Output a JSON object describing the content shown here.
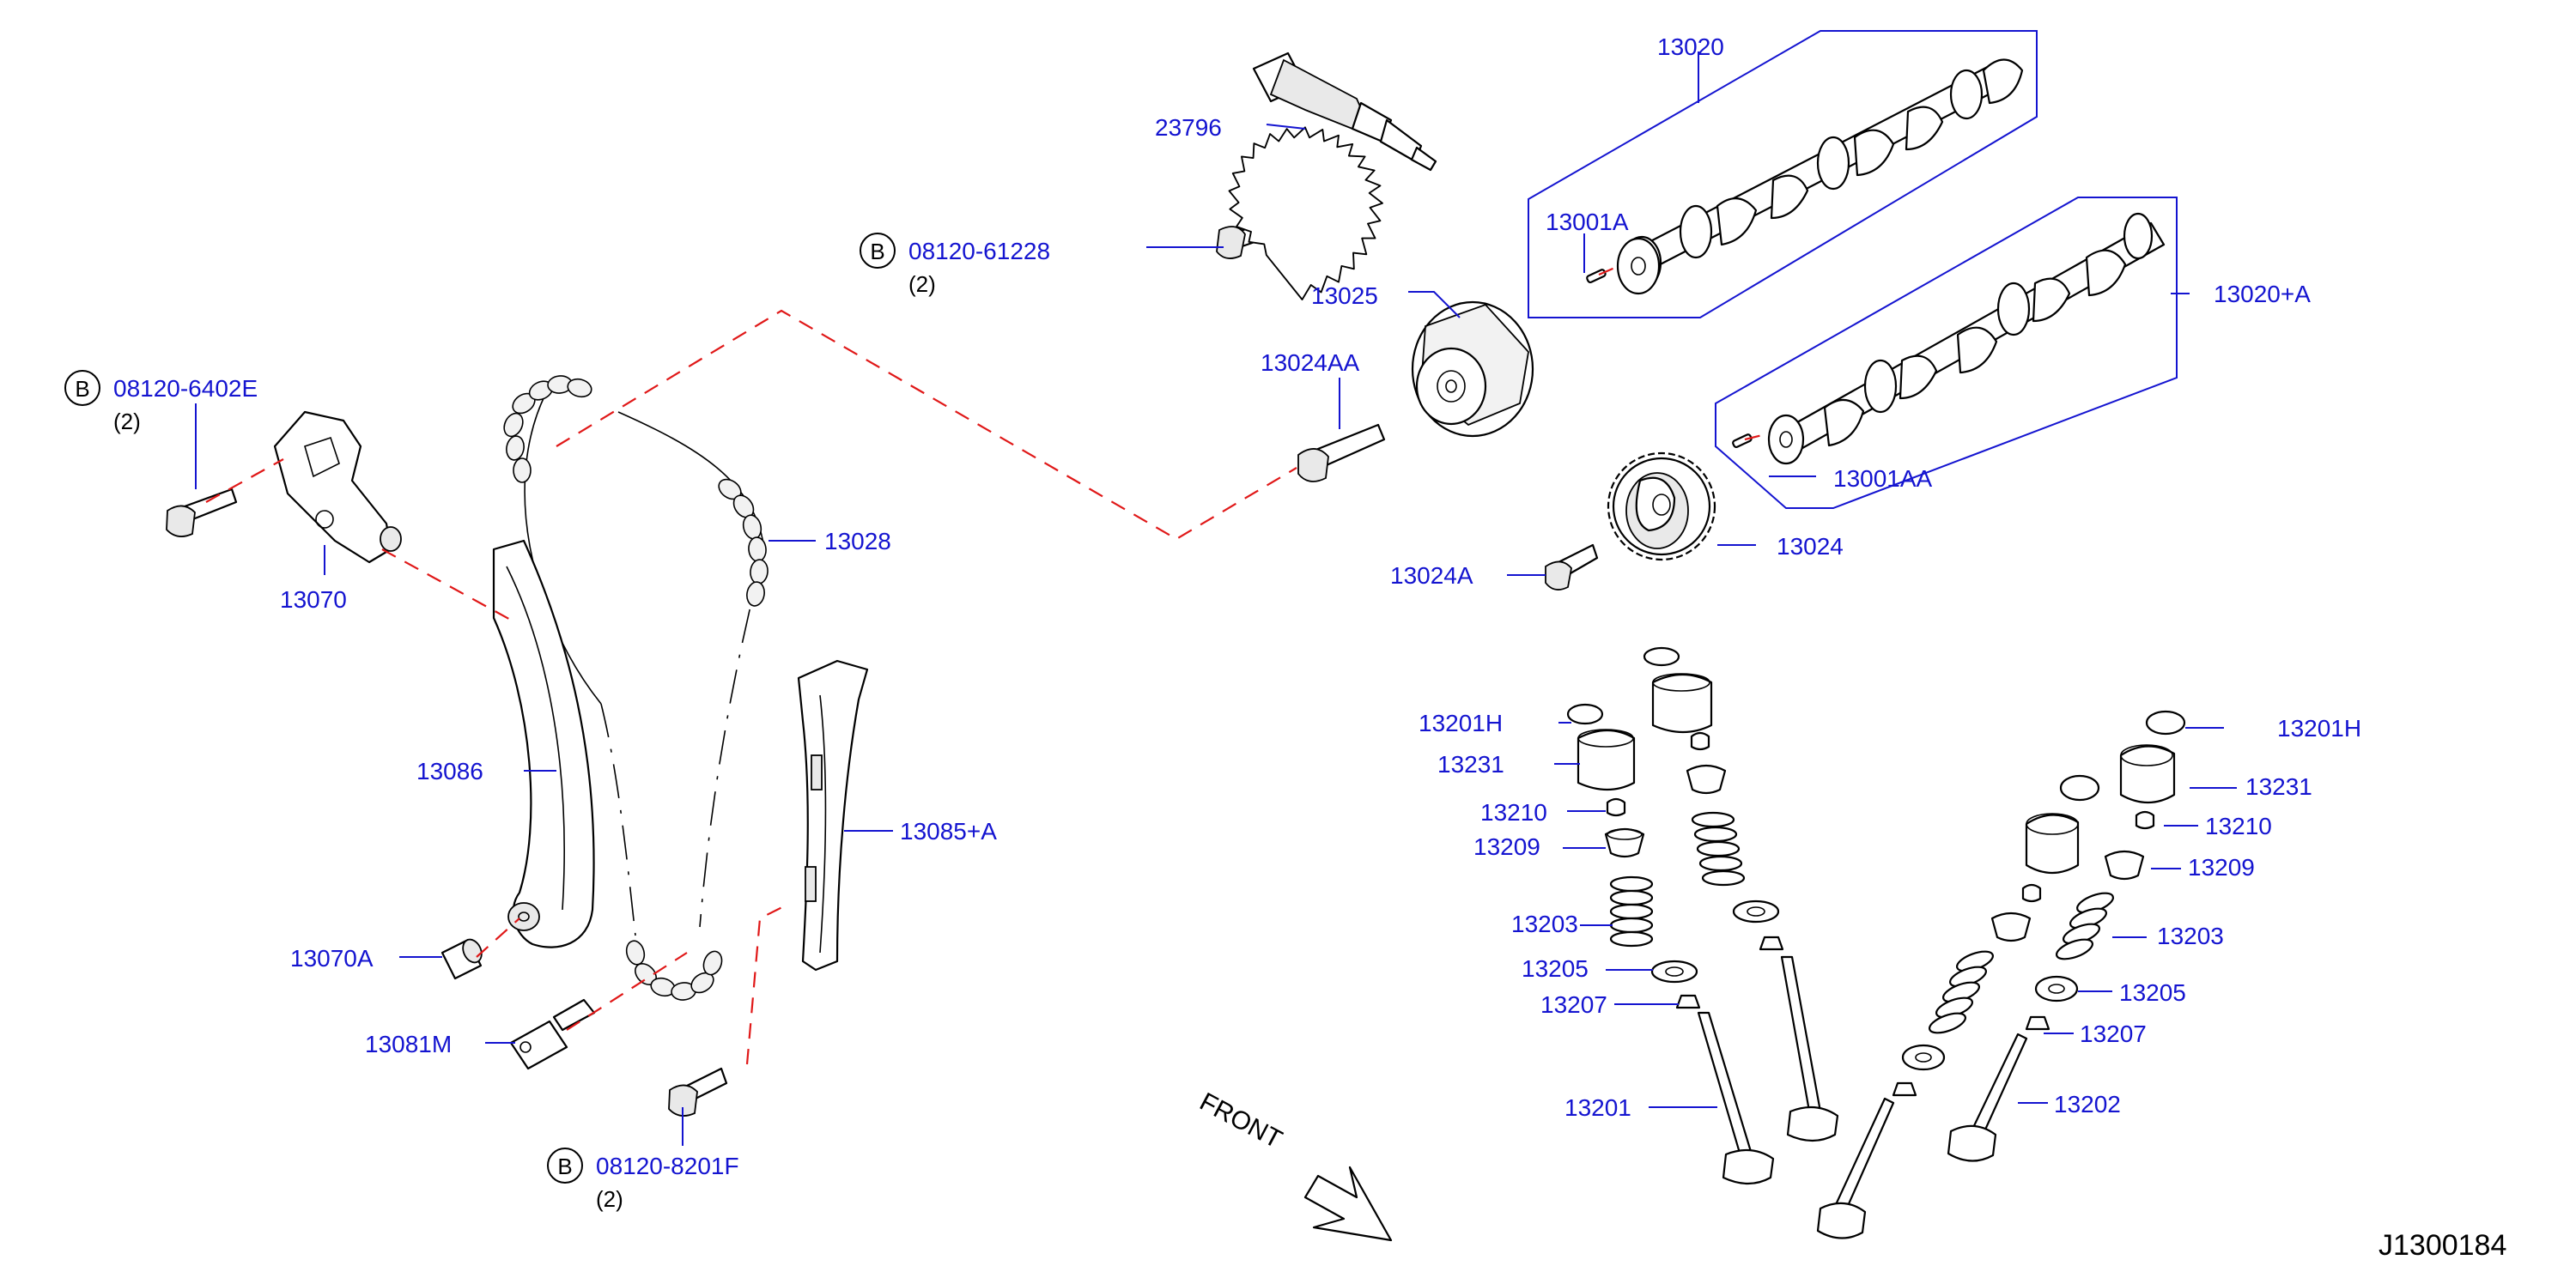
{
  "labels": {
    "p23796": "23796",
    "p13020": "13020",
    "p13001A": "13001A",
    "p13025": "13025",
    "p13024AA": "13024AA",
    "p13020A": "13020+A",
    "p13001AA": "13001AA",
    "p13024": "13024",
    "p13024A": "13024A",
    "p13028": "13028",
    "p13070": "13070",
    "p13086": "13086",
    "p13085A": "13085+A",
    "p13070A": "13070A",
    "p13081M": "13081M",
    "p13201H_l": "13201H",
    "p13231_l": "13231",
    "p13210_l": "13210",
    "p13209_l": "13209",
    "p13203_l": "13203",
    "p13205_l": "13205",
    "p13207_l": "13207",
    "p13201": "13201",
    "p13201H_r": "13201H",
    "p13231_r": "13231",
    "p13210_r": "13210",
    "p13209_r": "13209",
    "p13203_r": "13203",
    "p13205_r": "13205",
    "p13207_r": "13207",
    "p13202": "13202"
  },
  "bolts": [
    {
      "circle": "B",
      "part": "08120-61228",
      "qty": "(2)"
    },
    {
      "circle": "B",
      "part": "08120-6402E",
      "qty": "(2)"
    },
    {
      "circle": "B",
      "part": "08120-8201F",
      "qty": "(2)"
    }
  ],
  "front_label": "FRONT",
  "diagram_ref": "J1300184",
  "colors": {
    "label": "#1414d0",
    "guide": "#e01818",
    "ink": "#000000"
  }
}
